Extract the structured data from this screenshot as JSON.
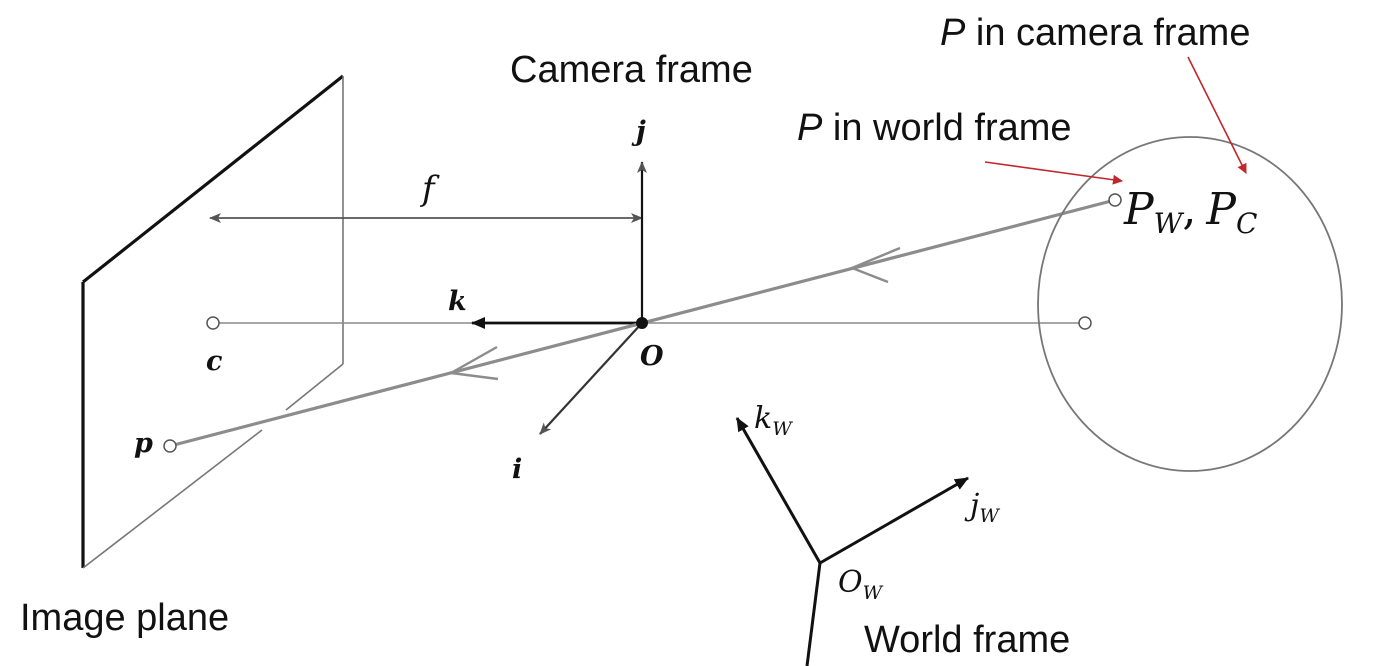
{
  "labels": {
    "camera_frame": "Camera frame",
    "world_frame": "World frame",
    "image_plane": "Image plane",
    "p_world_var": "P",
    "p_world_text": " in world frame",
    "p_camera_var": "P",
    "p_camera_text": " in camera frame"
  },
  "symbols": {
    "f": "f",
    "j": "j",
    "k": "k",
    "i": "i",
    "O": "O",
    "c": "c",
    "p": "p",
    "P_W_base": "P",
    "P_W_sub": "W",
    "comma": ",",
    "P_C_base": "P",
    "P_C_sub": "C",
    "k_W_base": "k",
    "k_W_sub": "W",
    "j_W_base": "j",
    "j_W_sub": "W",
    "O_W_base": "O",
    "O_W_sub": "W"
  },
  "colors": {
    "annotation_arrow": "#c0282d",
    "ray": "#8c8c8c",
    "axis": "#111111",
    "thin_line": "#7a7a7a"
  }
}
